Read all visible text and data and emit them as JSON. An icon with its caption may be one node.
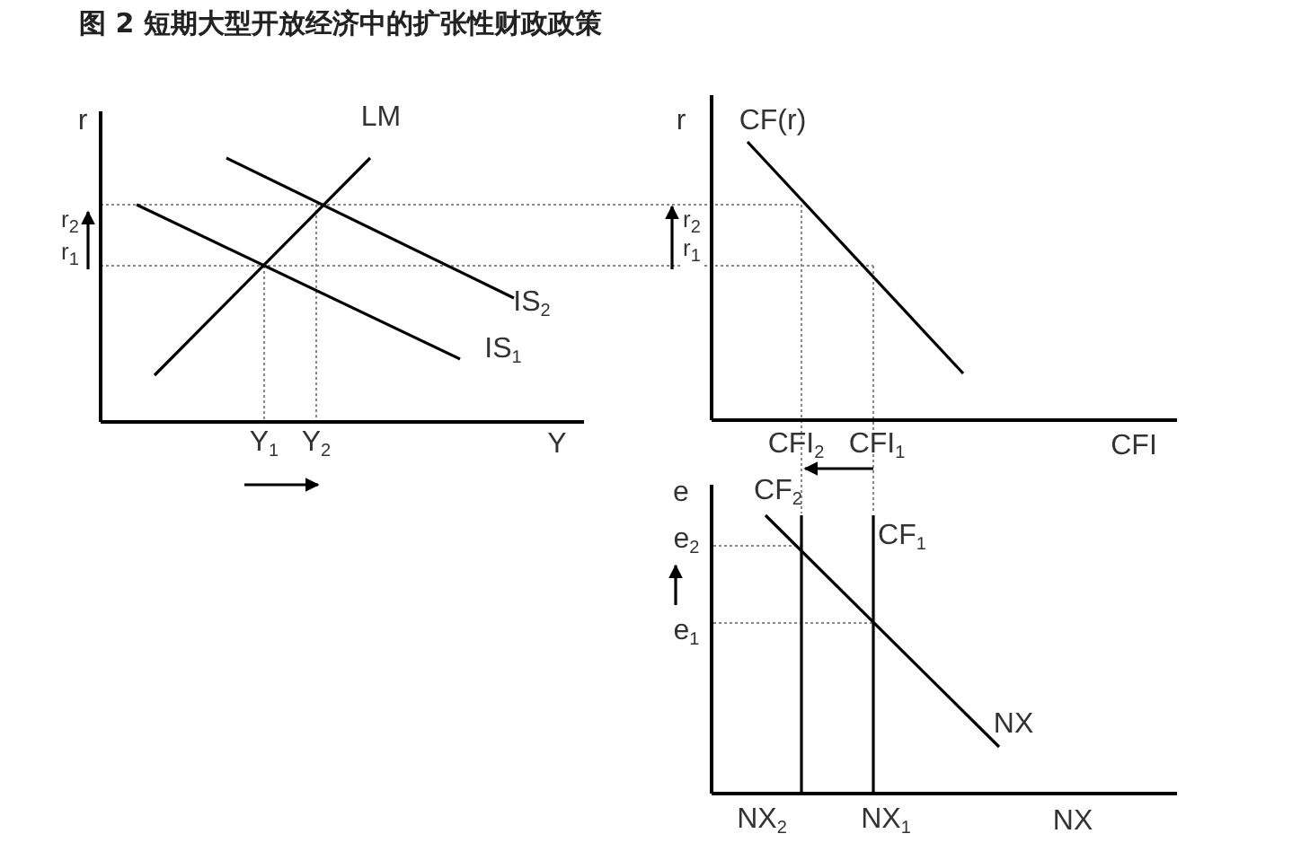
{
  "diagram": {
    "title": "图 2 短期大型开放经济中的扩张性财政政策",
    "labels": [
      "r",
      "LM",
      "r",
      "CF(r)",
      "r$_{2}$",
      "r$_{1}$",
      "IS$_{2}$",
      "IS$_{1}$",
      "r$_{2}$",
      "r$_{1}$",
      "Y$_{1}$",
      "Y$_{2}$",
      "Y",
      "CFI$_{2}$",
      "CFI$_{1}$",
      "CFI",
      "e",
      "CF$_{2}$",
      "e$_{2}$",
      "CF$_{1}$",
      "e$_{1}$",
      "NX",
      "NX$_{2}$",
      "NX$_{1}$",
      "NX"
    ]
  }
}
